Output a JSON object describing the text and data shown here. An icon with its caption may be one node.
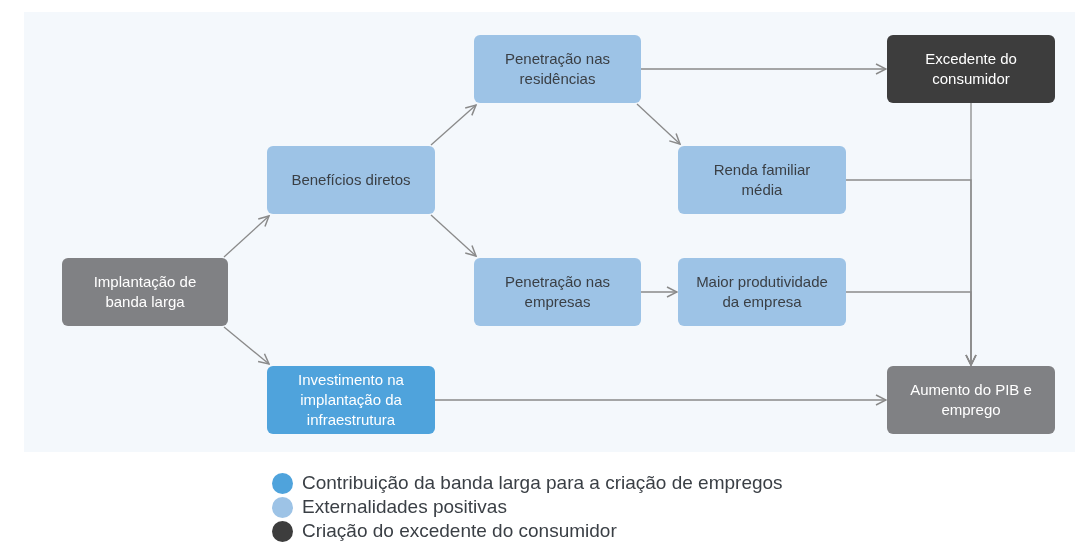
{
  "diagram": {
    "nodes": [
      {
        "text": [
          "Implantação de banda larga"
        ]
      },
      {
        "text": [
          "Benefícios diretos"
        ]
      },
      {
        "text": [
          "Investimento na implantação da infraestrutura"
        ]
      },
      {
        "text": [
          "Penetração nas residências"
        ]
      },
      {
        "text": [
          "Penetração nas empresas"
        ]
      },
      {
        "text": [
          "Excedente do consumidor"
        ]
      },
      {
        "text": [
          "Renda familiar média"
        ]
      },
      {
        "text": [
          "Maior produtividade da empresa"
        ]
      },
      {
        "text": [
          "Aumento do PIB e emprego"
        ]
      }
    ],
    "edges": [
      {
        "from": 0,
        "to": 1,
        "arrow": "to"
      },
      {
        "from": 0,
        "to": 2,
        "arrow": "to"
      },
      {
        "from": 1,
        "to": 3,
        "arrow": "to"
      },
      {
        "from": 1,
        "to": 4,
        "arrow": "to"
      },
      {
        "from": 3,
        "to": 5,
        "arrow": "to"
      },
      {
        "from": 3,
        "to": 6,
        "arrow": "to"
      },
      {
        "from": 4,
        "to": 7,
        "arrow": "to"
      },
      {
        "from": 5,
        "to": 8,
        "arrow": "to"
      },
      {
        "from": 6,
        "to": 8,
        "arrow": "to"
      },
      {
        "from": 7,
        "to": 8,
        "arrow": "to"
      },
      {
        "from": 2,
        "to": 8,
        "arrow": "to"
      }
    ],
    "legend": [
      {
        "text": "Contribuição da banda larga para a criação de empregos",
        "color": "#4fa3dc"
      },
      {
        "text": "Externalidades positivas",
        "color": "#9dc3e6"
      },
      {
        "text": "Criação do excedente do consumidor",
        "color": "#3d3d3d"
      }
    ]
  }
}
